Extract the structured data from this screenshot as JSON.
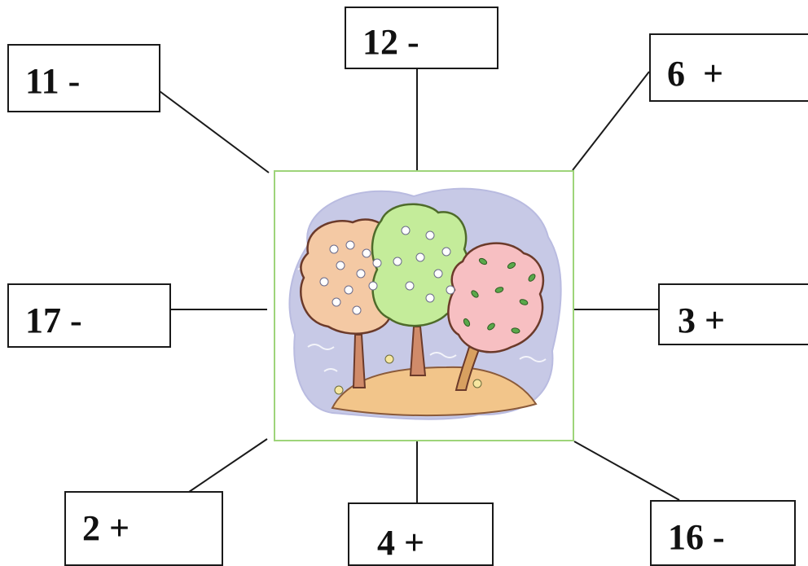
{
  "boxes": {
    "top_left": "11 -",
    "top_center": "12 -",
    "top_right": "6  +",
    "middle_left": "17 -",
    "middle_right": "3 +",
    "bottom_left": "2 +",
    "bottom_center": "4 +",
    "bottom_right": "16 -"
  },
  "picture": {
    "subject": "three-trees-on-hill"
  },
  "colors": {
    "frame_border": "#9ed47a",
    "background_blob": "#c7c9e6",
    "tree_left": "#f4c9a4",
    "tree_middle": "#c4ec9a",
    "tree_right": "#f7bfc2",
    "ground": "#f2c58a",
    "trunk": "#d08b6a"
  }
}
